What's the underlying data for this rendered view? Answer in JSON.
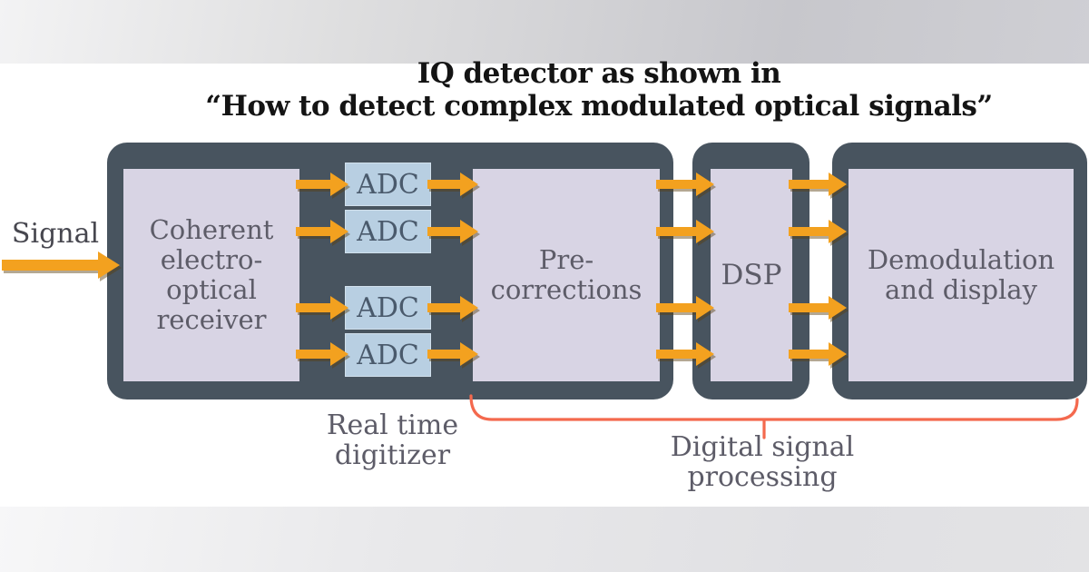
{
  "header": {
    "title_line1": "IQ detector as shown in",
    "title_line2": "“How to detect complex modulated optical signals”"
  },
  "diagram": {
    "input_label": "Signal",
    "blocks": {
      "receiver": "Coherent electro-optical receiver",
      "adc": [
        "ADC",
        "ADC",
        "ADC",
        "ADC"
      ],
      "precorrections": "Pre-corrections",
      "dsp": "DSP",
      "demodulation": "Demodulation and display"
    },
    "captions": {
      "digitizer": "Real time digitizer",
      "dsp_processing": "Digital signal processing"
    }
  },
  "colors": {
    "container_slate": "#48545f",
    "panel_lavender": "#d8d4e4",
    "adc_blue": "#b8cfe2",
    "adc_text": "#4a5a6c",
    "arrow_orange": "#f3a11f",
    "brace_salmon": "#f4694e",
    "diagram_text": "#5d5c68",
    "title_text": "#141414"
  }
}
